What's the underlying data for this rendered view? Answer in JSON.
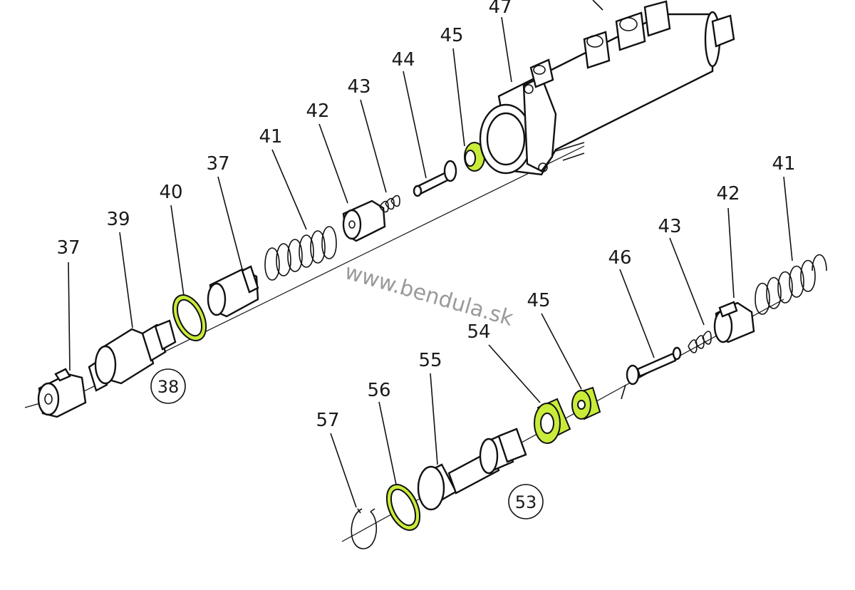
{
  "diagram": {
    "watermark": "www.bendula.sk",
    "highlight_color": "#c8ec3a",
    "labels": {
      "p37a": "37",
      "p39": "39",
      "p40": "40",
      "p37b": "37",
      "p41a": "41",
      "p42a": "42",
      "p43a": "43",
      "p44": "44",
      "p45a": "45",
      "p47": "47",
      "p46": "46",
      "p43b": "43",
      "p42b": "42",
      "p41b": "41",
      "p45b": "45",
      "p54": "54",
      "p55": "55",
      "p56": "56",
      "p57": "57"
    },
    "assemblies": {
      "a38": "38",
      "a53": "53"
    }
  }
}
